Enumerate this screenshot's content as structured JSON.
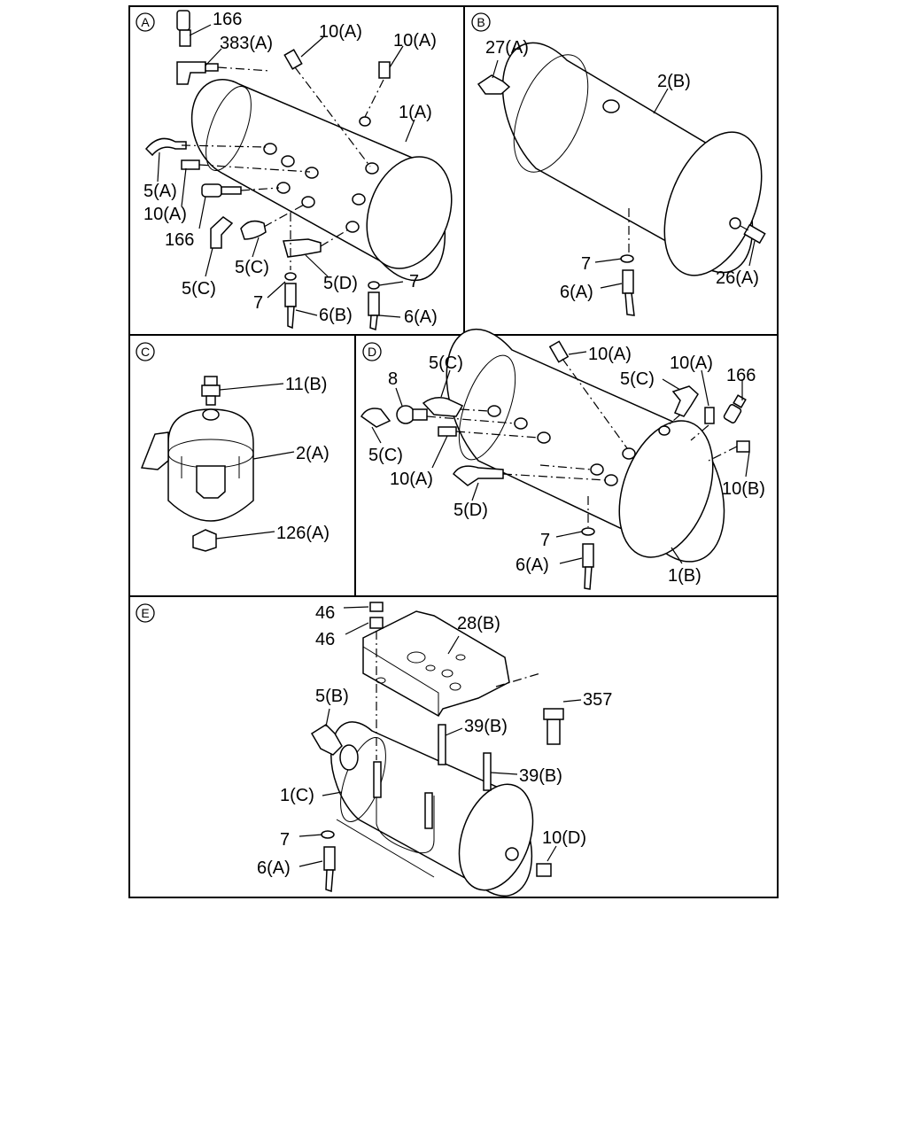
{
  "panels": [
    {
      "id": "A",
      "callouts": [
        "166",
        "383(A)",
        "10(A)",
        "10(A)",
        "1(A)",
        "5(A)",
        "10(A)",
        "166",
        "5(C)",
        "5(C)",
        "5(D)",
        "7",
        "7",
        "6(B)",
        "6(A)"
      ]
    },
    {
      "id": "B",
      "callouts": [
        "27(A)",
        "2(B)",
        "7",
        "6(A)",
        "26(A)"
      ]
    },
    {
      "id": "C",
      "callouts": [
        "11(B)",
        "2(A)",
        "126(A)"
      ]
    },
    {
      "id": "D",
      "callouts": [
        "10(A)",
        "5(C)",
        "8",
        "10(A)",
        "5(C)",
        "166",
        "5(C)",
        "10(A)",
        "10(B)",
        "5(D)",
        "7",
        "6(A)",
        "1(B)"
      ]
    },
    {
      "id": "E",
      "callouts": [
        "46",
        "46",
        "28(B)",
        "357",
        "5(B)",
        "39(B)",
        "39(B)",
        "1(C)",
        "7",
        "6(A)",
        "10(D)"
      ]
    }
  ]
}
